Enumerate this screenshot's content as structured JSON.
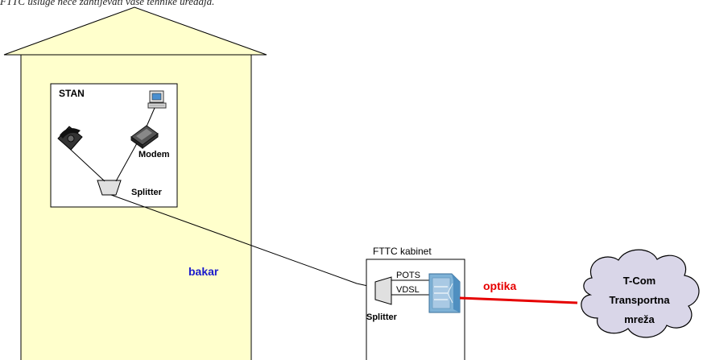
{
  "caption": "FTTC usluge neće zahtijevati vaše tehnike uređaja.",
  "house": {
    "room_label": "STAN"
  },
  "devices": {
    "modem_label": "Modem",
    "home_splitter_label": "Splitter",
    "phone_icon": "telephone-icon",
    "computer_icon": "computer-icon",
    "modem_icon": "modem-icon"
  },
  "copper": {
    "label": "bakar",
    "color": "#1a1acc"
  },
  "cabinet": {
    "title": "FTTC kabinet",
    "pots_label": "POTS",
    "vdsl_label": "VDSL",
    "splitter_label": "Splitter",
    "dslam_icon": "dslam-icon"
  },
  "fiber": {
    "label": "optika",
    "color": "#e60000"
  },
  "network": {
    "lines": [
      "T-Com",
      "Transportna",
      "mreža"
    ]
  },
  "colors": {
    "house_fill": "#ffffcc",
    "cloud_fill": "#d9d6e8",
    "dslam_fill": "#7fb2d6"
  }
}
